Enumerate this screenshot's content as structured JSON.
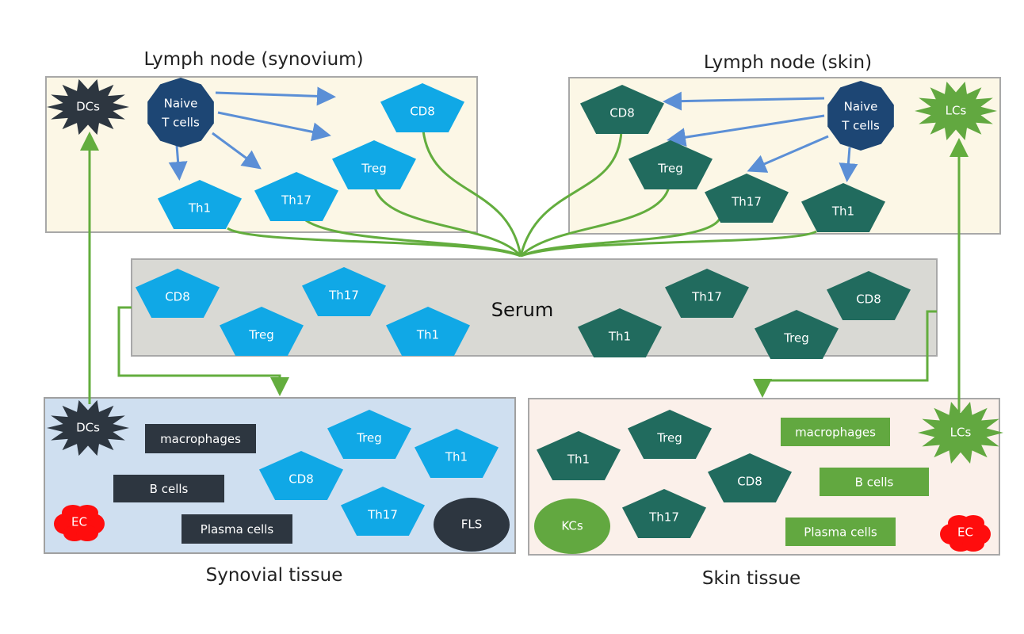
{
  "colors": {
    "synovium_cell": "#10a8e6",
    "skin_cell": "#216b5e",
    "naive": "#1d4674",
    "dark_box": "#2d3640",
    "green_box": "#62a840",
    "ec": "#ff0d0d",
    "connector": "#63ad3e",
    "arrow_blue": "#5b8fd6",
    "ln_bg": "#fcf7e6",
    "serum_bg": "#d9d9d4",
    "syn_bg": "#cfdff0",
    "skin_bg": "#fbf0ea"
  },
  "titles": {
    "ln_synovium": "Lymph node (synovium)",
    "ln_skin": "Lymph node (skin)",
    "serum": "Serum",
    "synovial_tissue": "Synovial tissue",
    "skin_tissue": "Skin tissue"
  },
  "ln_synovium": {
    "dcs": "DCs",
    "naive": [
      "Naive",
      "T cells"
    ],
    "cells": [
      "CD8",
      "Treg",
      "Th17",
      "Th1"
    ]
  },
  "ln_skin": {
    "lcs": "LCs",
    "naive": [
      "Naive",
      "T cells"
    ],
    "cells": [
      "CD8",
      "Treg",
      "Th17",
      "Th1"
    ]
  },
  "serum": {
    "synovium_cells": [
      "CD8",
      "Th17",
      "Treg",
      "Th1"
    ],
    "skin_cells": [
      "Th17",
      "CD8",
      "Th1",
      "Treg"
    ]
  },
  "synovial_tissue": {
    "dcs": "DCs",
    "boxes": [
      "macrophages",
      "B cells",
      "Plasma cells"
    ],
    "ec": "EC",
    "cells": [
      "Treg",
      "Th1",
      "CD8",
      "Th17"
    ],
    "fls": "FLS"
  },
  "skin_tissue": {
    "cells": [
      "Th1",
      "Treg",
      "CD8",
      "Th17"
    ],
    "kcs": "KCs",
    "boxes": [
      "macrophages",
      "B cells",
      "Plasma cells"
    ],
    "lcs": "LCs",
    "ec": "EC"
  }
}
